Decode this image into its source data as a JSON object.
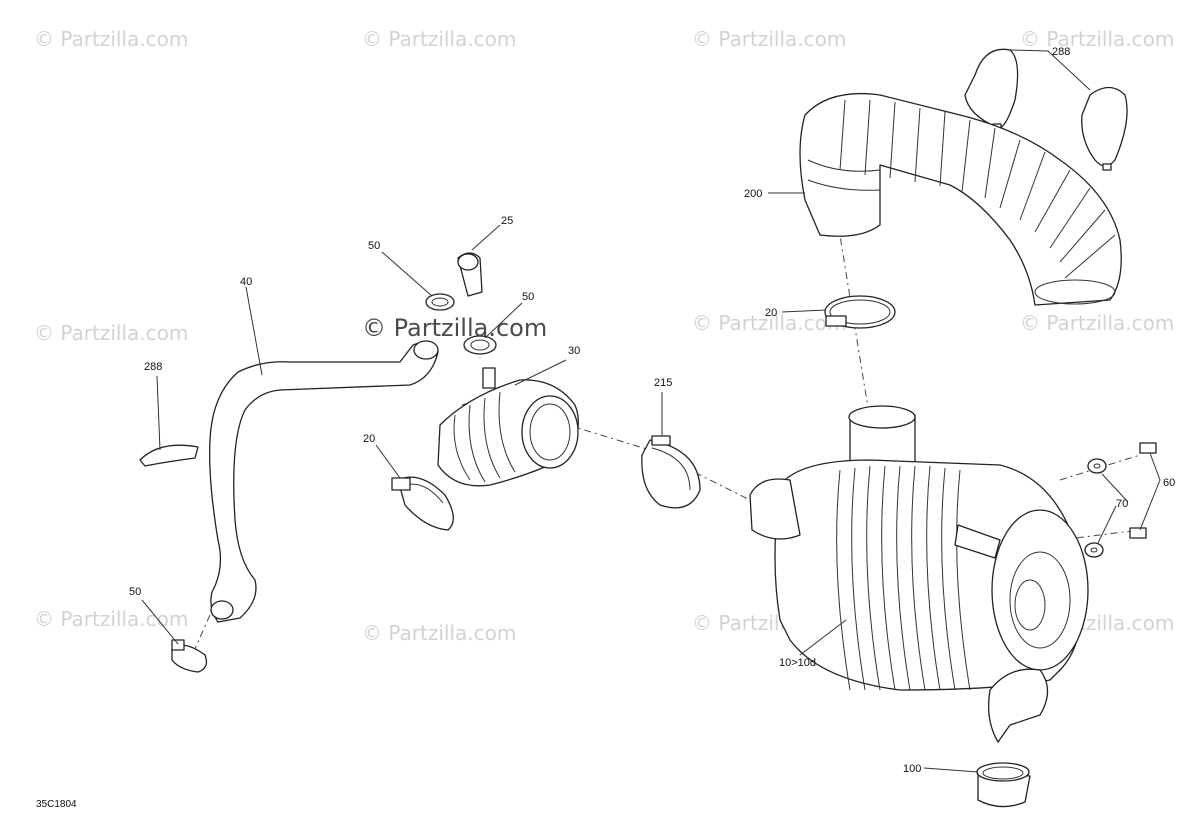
{
  "watermark": {
    "text": "© Partzilla.com",
    "center_text": "© Partzilla.com"
  },
  "diagram_code": "35C1804",
  "callouts": {
    "c288_top": "288",
    "c200": "200",
    "c25": "25",
    "c50_a": "50",
    "c50_b": "50",
    "c40": "40",
    "c30": "30",
    "c20_right": "20",
    "c288_left": "288",
    "c215": "215",
    "c20_left": "20",
    "c70": "70",
    "c60": "60",
    "c50_c": "50",
    "c10": "10>10d",
    "c100": "100"
  }
}
